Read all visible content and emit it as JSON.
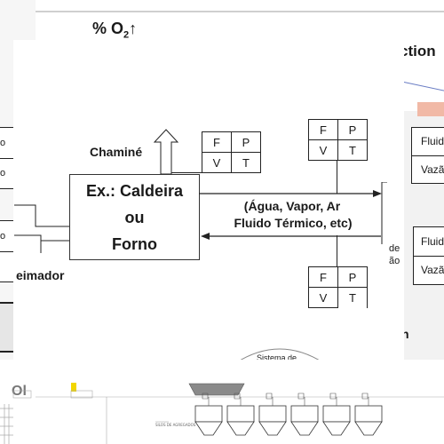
{
  "header": {
    "o2_label": "% O",
    "o2_subscript": "2",
    "o2_arrow": "↑",
    "right_fragment": "ction"
  },
  "diagram": {
    "equipment": [
      "Ex.: Caldeira",
      "ou",
      "Forno"
    ],
    "chimney_label": "Chaminé",
    "burner_label": "eimador",
    "fluids_line1": "(Água, Vapor, Ar",
    "fluids_line2": "Fluido Térmico, etc)",
    "fpvt": [
      "F",
      "P",
      "V",
      "T"
    ],
    "de_label": "de",
    "ao_label": "ão",
    "left_cells": [
      "o",
      "o",
      "o"
    ],
    "right_box_a": [
      "Fluid",
      "Vazã"
    ],
    "right_box_b": [
      "Fluid",
      "Vazã"
    ],
    "right_n": "n",
    "sistema_label": "Sistema de"
  },
  "footer": {
    "stamps": [
      "",
      "",
      "",
      "",
      "",
      ""
    ],
    "bottom_fragment": "Ol"
  },
  "colors": {
    "arrow_fill": "#ffffff",
    "stroke": "#222222",
    "accent_pink": "#f1b9a6",
    "accent_yellow": "#f2d600"
  }
}
